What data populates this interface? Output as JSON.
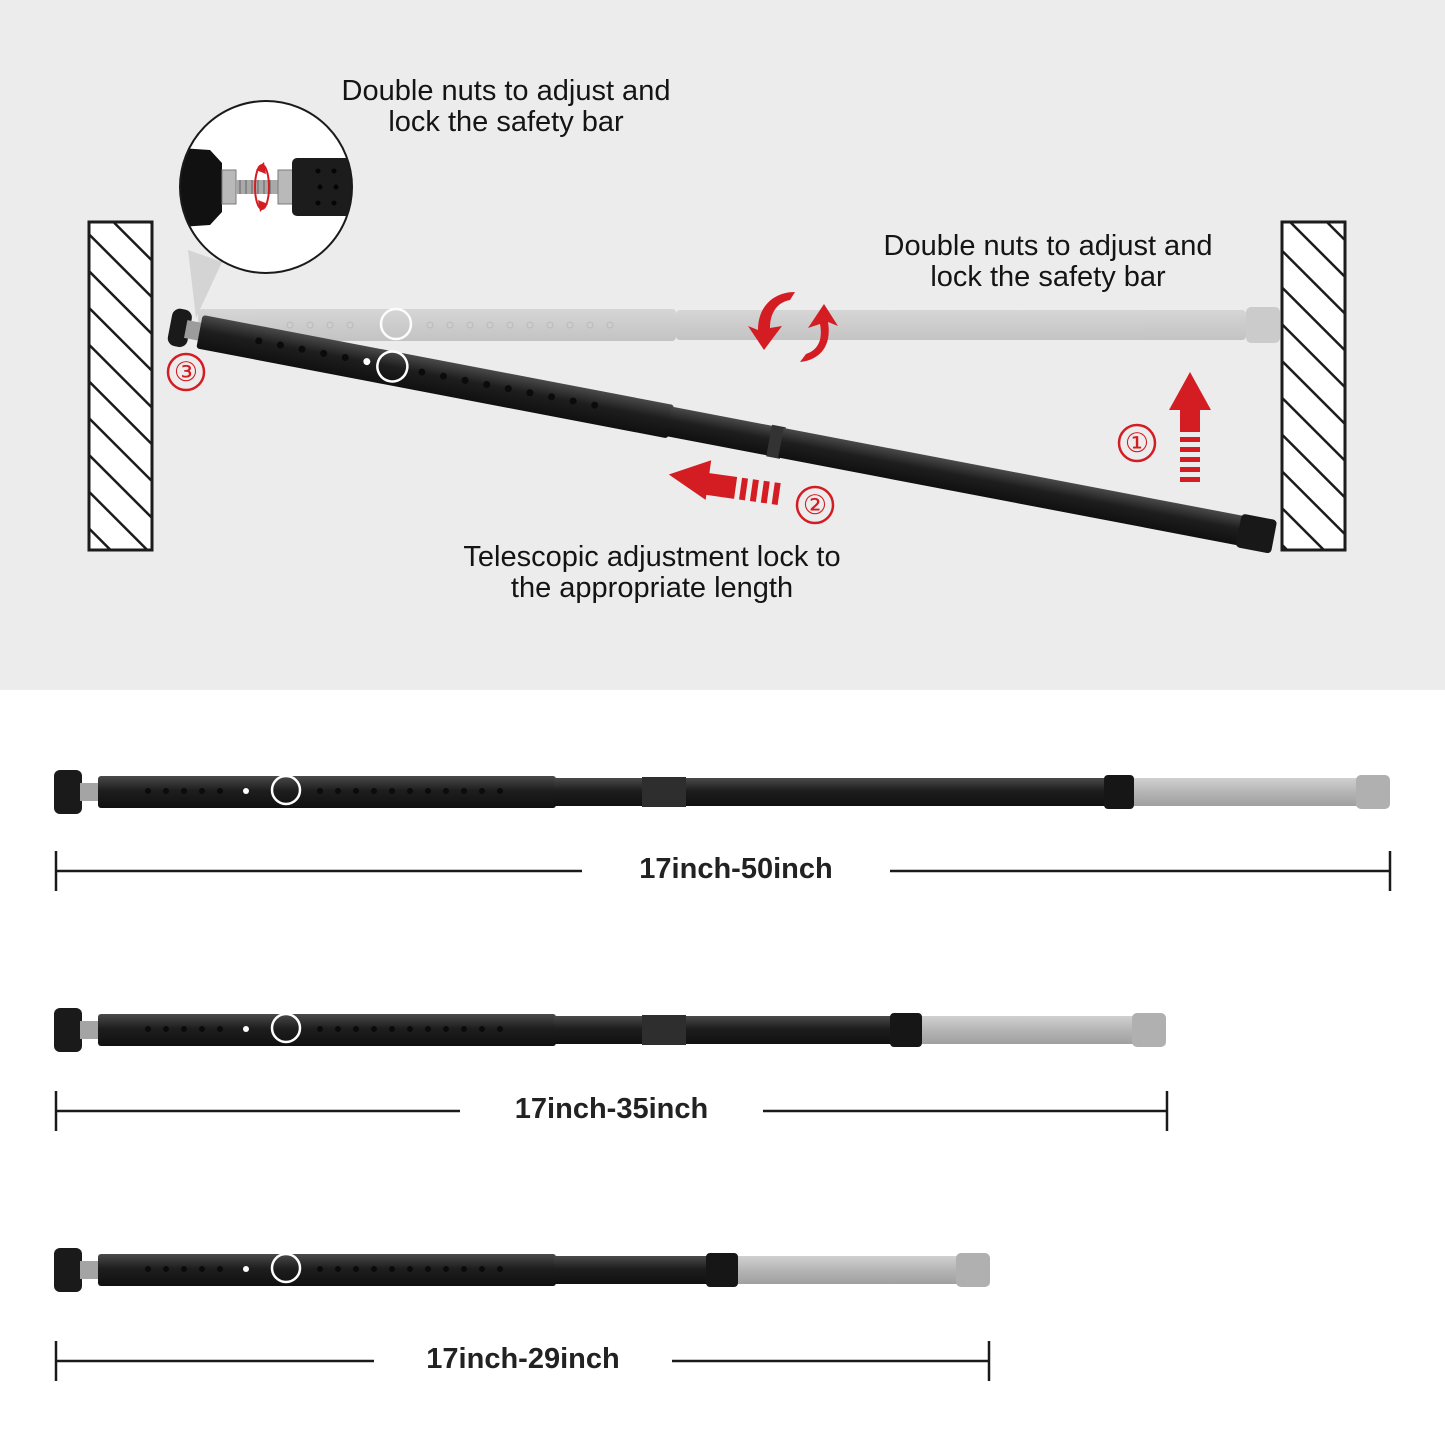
{
  "annotations": {
    "zoom_caption": [
      "Double nuts to adjust and",
      "lock the safety bar"
    ],
    "nuts_caption": [
      "Double nuts to adjust and",
      "lock the safety bar"
    ],
    "telescopic_caption": [
      "Telescopic adjustment lock to",
      "the appropriate length"
    ]
  },
  "steps": [
    {
      "label": "①"
    },
    {
      "label": "②"
    },
    {
      "label": "③"
    }
  ],
  "ranges": [
    {
      "label": "17inch-50inch"
    },
    {
      "label": "17inch-35inch"
    },
    {
      "label": "17inch-29inch"
    }
  ],
  "colors": {
    "accent_red": "#d41d23",
    "bar_black": "#2a2a2a",
    "bar_grey": "#b5b5b5",
    "panel_grey": "#ececec"
  },
  "icons": [
    "magnifier-circle",
    "arrow-up",
    "arrow-left",
    "rotate-arrows",
    "hatched-wall"
  ]
}
